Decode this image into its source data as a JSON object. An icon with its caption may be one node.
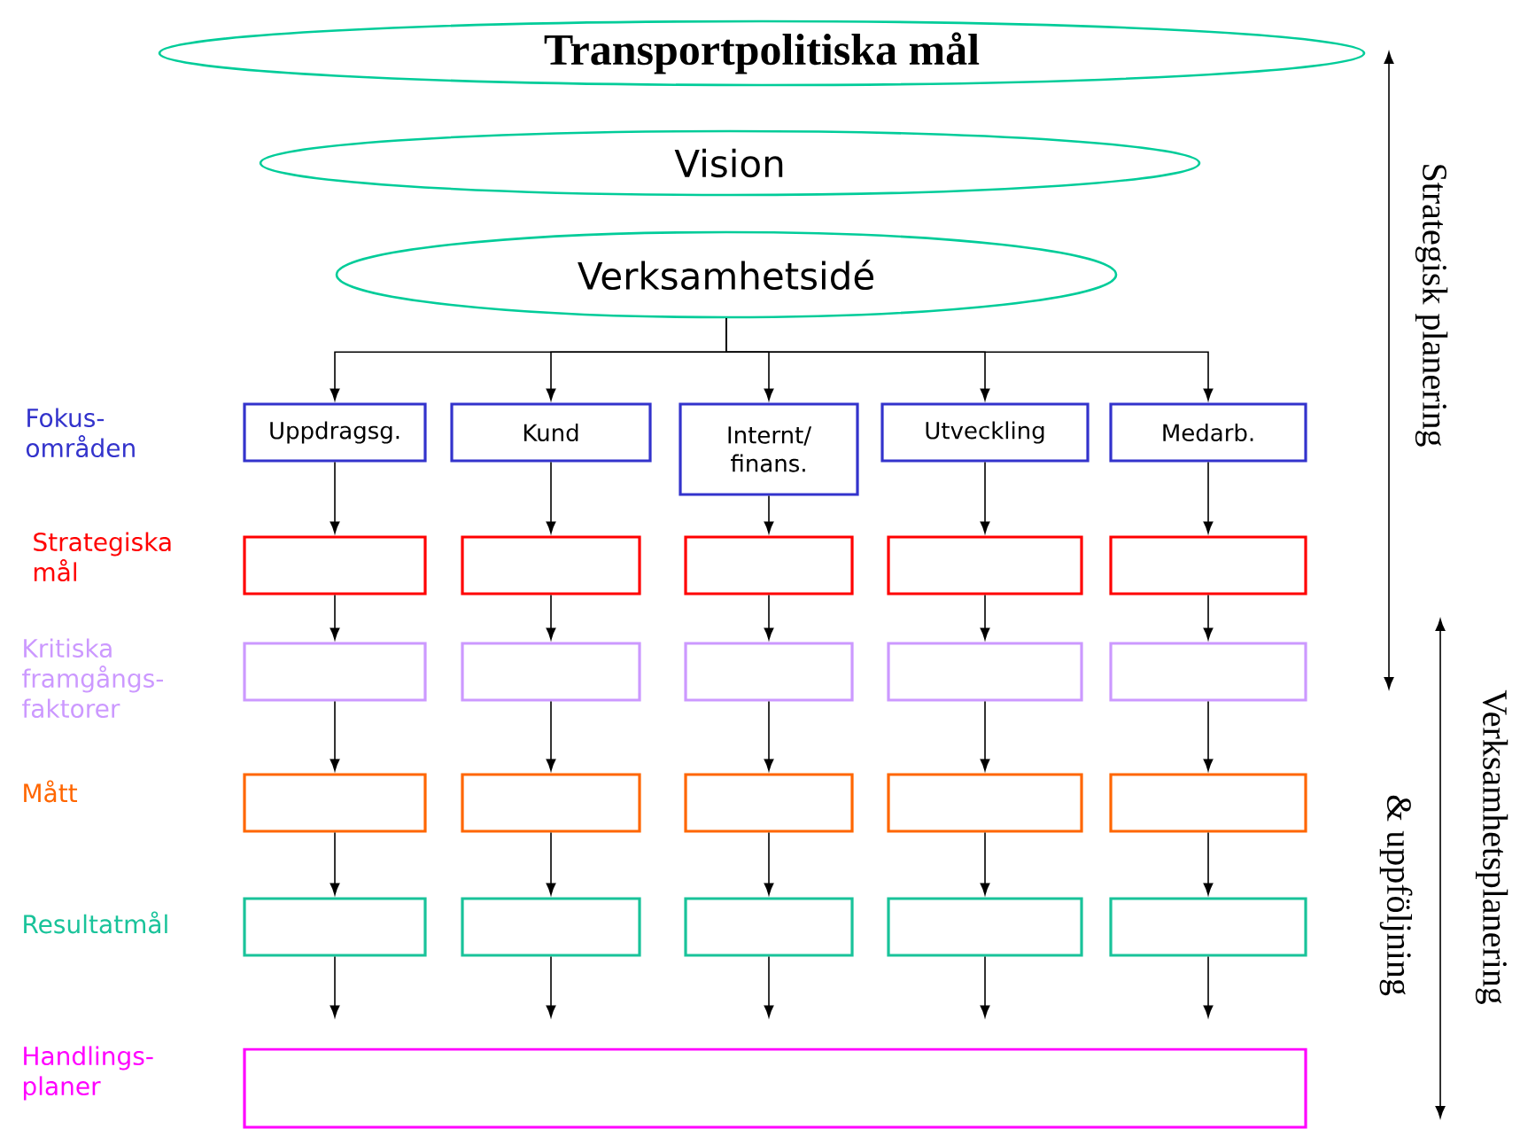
{
  "diagram": {
    "nodes": [
      {
        "text": [
          "Transportpolitiska mål"
        ]
      },
      {
        "text": [
          "Vision"
        ]
      },
      {
        "text": [
          "Verksamhetsidé"
        ]
      },
      {
        "text": [
          "Uppdragsg."
        ]
      },
      {
        "text": [
          "Kund"
        ]
      },
      {
        "text": [
          "Internt/ finans."
        ]
      },
      {
        "text": [
          "Utveckling"
        ]
      },
      {
        "text": [
          "Medarb."
        ]
      },
      {
        "text": [],
        "shape": "box"
      },
      {
        "text": [],
        "shape": "box"
      },
      {
        "text": [],
        "shape": "box"
      },
      {
        "text": [],
        "shape": "box"
      },
      {
        "text": [],
        "shape": "box"
      },
      {
        "text": [],
        "shape": "box"
      },
      {
        "text": [],
        "shape": "box"
      },
      {
        "text": [],
        "shape": "box"
      },
      {
        "text": [],
        "shape": "box"
      },
      {
        "text": [],
        "shape": "box"
      },
      {
        "text": [],
        "shape": "box"
      },
      {
        "text": [],
        "shape": "box"
      },
      {
        "text": [],
        "shape": "box"
      },
      {
        "text": [],
        "shape": "box"
      },
      {
        "text": [],
        "shape": "box"
      },
      {
        "text": [],
        "shape": "box"
      },
      {
        "text": [],
        "shape": "box"
      },
      {
        "text": [],
        "shape": "box"
      },
      {
        "text": [],
        "shape": "box"
      },
      {
        "text": [],
        "shape": "box"
      },
      {
        "text": [],
        "shape": "box"
      }
    ],
    "edges": [
      {
        "from": 2,
        "to": 3,
        "arrow": "to"
      },
      {
        "from": 2,
        "to": 4,
        "arrow": "to"
      },
      {
        "from": 2,
        "to": 5,
        "arrow": "to"
      },
      {
        "from": 2,
        "to": 6,
        "arrow": "to"
      },
      {
        "from": 2,
        "to": 7,
        "arrow": "to"
      },
      {
        "from": 3,
        "to": 8,
        "arrow": "to"
      },
      {
        "from": 4,
        "to": 9,
        "arrow": "to"
      },
      {
        "from": 5,
        "to": 10,
        "arrow": "to"
      },
      {
        "from": 6,
        "to": 11,
        "arrow": "to"
      },
      {
        "from": 7,
        "to": 12,
        "arrow": "to"
      },
      {
        "from": 8,
        "to": 13,
        "arrow": "to"
      },
      {
        "from": 9,
        "to": 14,
        "arrow": "to"
      },
      {
        "from": 10,
        "to": 15,
        "arrow": "to"
      },
      {
        "from": 11,
        "to": 16,
        "arrow": "to"
      },
      {
        "from": 12,
        "to": 17,
        "arrow": "to"
      },
      {
        "from": 13,
        "to": 18,
        "arrow": "to"
      },
      {
        "from": 14,
        "to": 19,
        "arrow": "to"
      },
      {
        "from": 15,
        "to": 20,
        "arrow": "to"
      },
      {
        "from": 16,
        "to": 21,
        "arrow": "to"
      },
      {
        "from": 17,
        "to": 22,
        "arrow": "to"
      },
      {
        "from": 18,
        "to": 23,
        "arrow": "to"
      },
      {
        "from": 19,
        "to": 24,
        "arrow": "to"
      },
      {
        "from": 20,
        "to": 25,
        "arrow": "to"
      },
      {
        "from": 21,
        "to": 26,
        "arrow": "to"
      },
      {
        "from": 22,
        "to": 27,
        "arrow": "to"
      },
      {
        "from": 23,
        "to": 28,
        "arrow": "to"
      },
      {
        "from": 24,
        "to": 28,
        "arrow": "to"
      },
      {
        "from": 25,
        "to": 28,
        "arrow": "to"
      },
      {
        "from": 26,
        "to": 28,
        "arrow": "to"
      },
      {
        "from": 27,
        "to": 28,
        "arrow": "to"
      }
    ],
    "labels": [
      "Fokus- områden",
      "Strategiska mål",
      "Kritiska framgångs- faktorer",
      "Mått",
      "Resultatmål",
      "Handlings- planer",
      "Strategisk planering",
      "Verksamhetsplanering",
      "& uppföljning"
    ]
  }
}
